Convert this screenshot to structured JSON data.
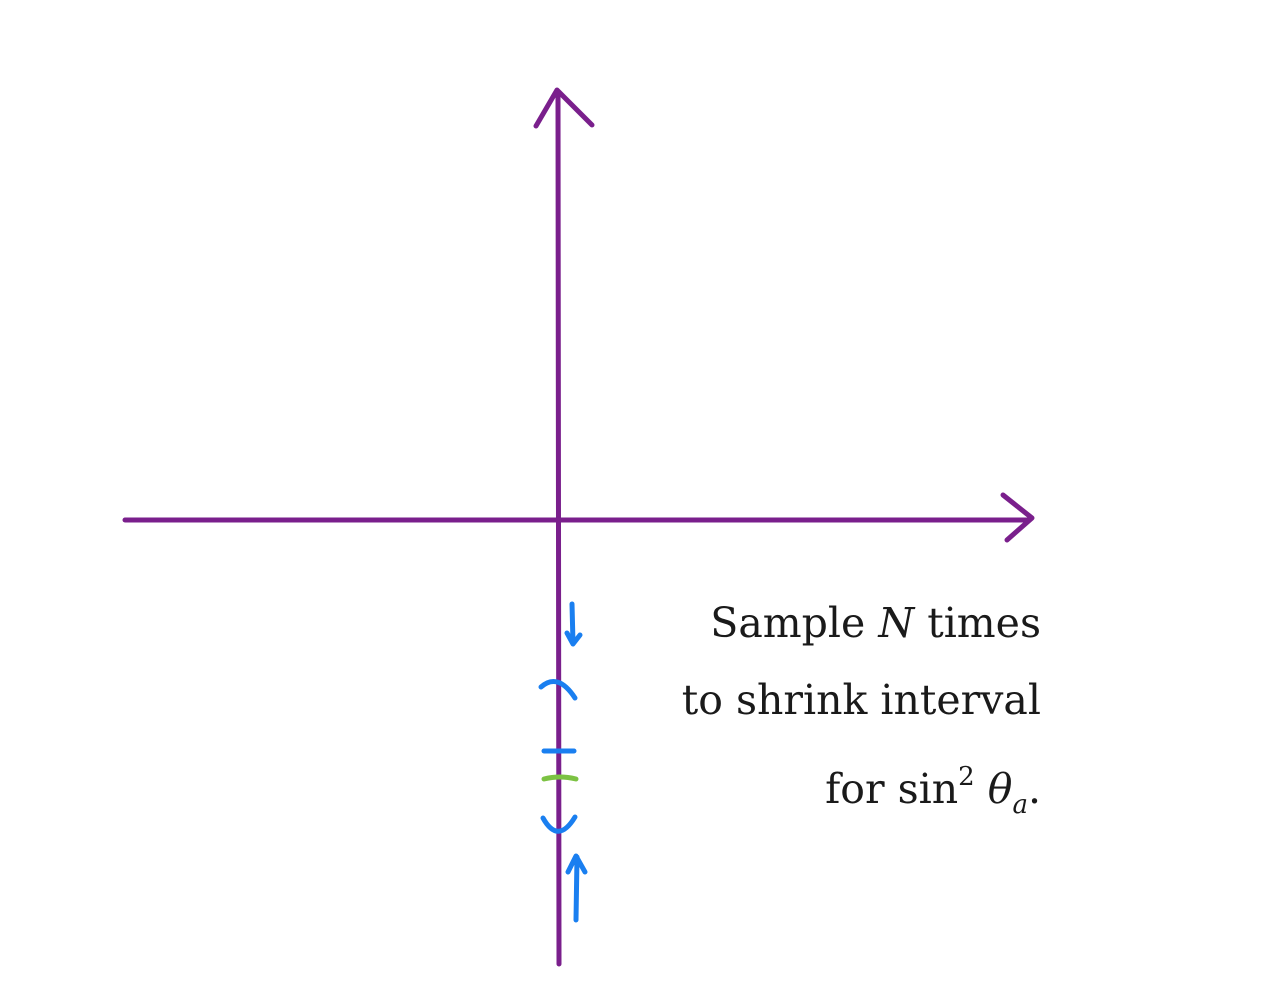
{
  "colors": {
    "axes": "#7a1f8c",
    "interval_marks": "#1a7ff0",
    "estimate_mark": "#7cc243",
    "text": "#1a1a1a"
  },
  "caption": {
    "line1_pre": "Sample ",
    "line1_var": "N",
    "line1_post": " times",
    "line2": "to shrink interval",
    "line3_pre": "for  sin",
    "line3_exp": "2",
    "line3_var": " θ",
    "line3_sub": "a",
    "line3_post": "."
  },
  "icons": {
    "arrow_down": "arrow-down-icon",
    "arrow_up": "arrow-up-icon"
  }
}
